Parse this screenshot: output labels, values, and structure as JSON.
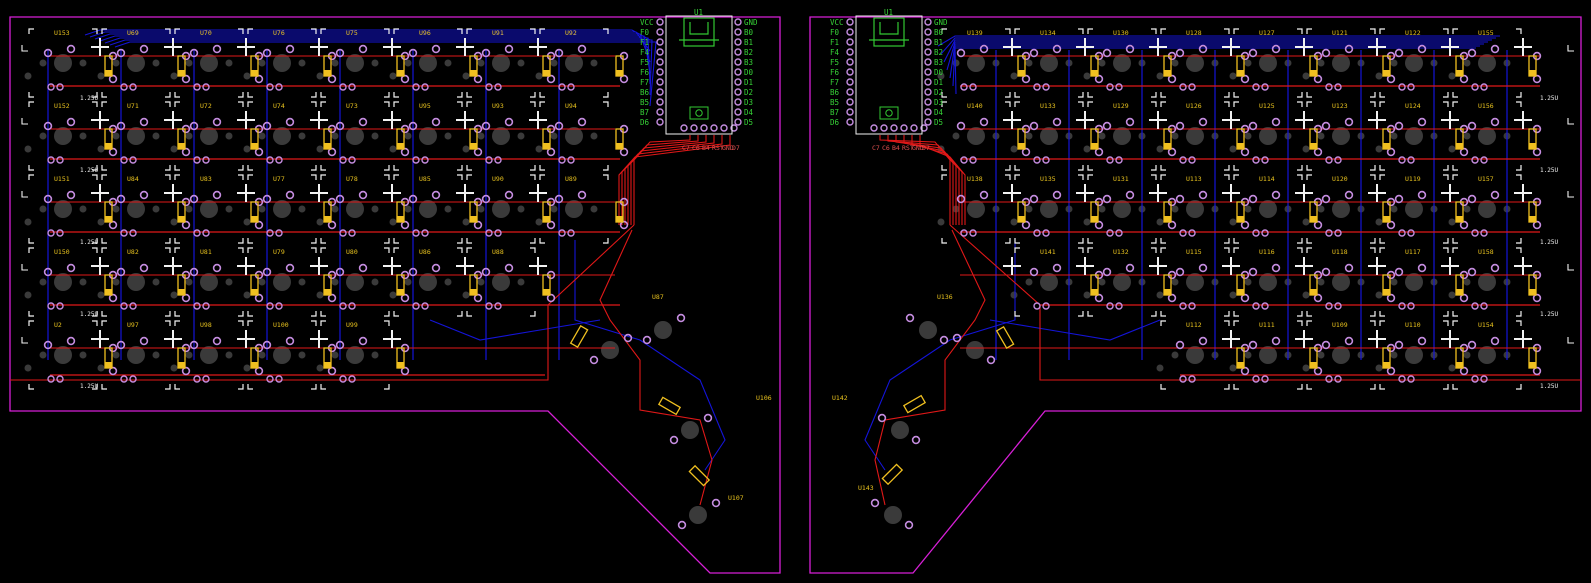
{
  "colors": {
    "background": "#000000",
    "outline": "#d61fd6",
    "top_trace": "#1414d8",
    "bottom_trace": "#e01818",
    "pad": "#c58de0",
    "diode": "#f0c020",
    "hole": "#3a3a3a",
    "silk": "#f2f2f2",
    "mcu": "#32c832"
  },
  "left_half": {
    "key_labels": [
      [
        "U153",
        "U69",
        "U70",
        "U76",
        "U75",
        "U96",
        "U91",
        "U92"
      ],
      [
        "U152",
        "U71",
        "U72",
        "U74",
        "U73",
        "U95",
        "U93",
        "U94"
      ],
      [
        "U151",
        "U84",
        "U83",
        "U77",
        "U78",
        "U85",
        "U90",
        "U89"
      ],
      [
        "U150",
        "U82",
        "U81",
        "U79",
        "U80",
        "U86",
        "U88",
        ""
      ],
      [
        "U2",
        "U97",
        "U98",
        "U100",
        "U99",
        "",
        "",
        ""
      ]
    ],
    "size_marks": [
      "1.25U",
      "1.25U",
      "1.25U",
      "1.25U",
      "1.25U"
    ],
    "thumb_labels": [
      "U87",
      "U106",
      "U107"
    ],
    "mcu": {
      "ref": "U1",
      "left_pins": [
        "VCC",
        "F0",
        "F1",
        "F4",
        "F5",
        "F6",
        "F7",
        "B6",
        "B5",
        "B7",
        "D6"
      ],
      "right_pins": [
        "GND",
        "B0",
        "B1",
        "B2",
        "B3",
        "D0",
        "D1",
        "D2",
        "D3",
        "D4",
        "D5"
      ],
      "bottom_pins": [
        "C7",
        "C6",
        "B4",
        "RST",
        "GND",
        "D7"
      ]
    }
  },
  "right_half": {
    "key_labels": [
      [
        "U139",
        "U134",
        "U130",
        "U128",
        "U127",
        "U121",
        "U122",
        "U155"
      ],
      [
        "U140",
        "U133",
        "U129",
        "U126",
        "U125",
        "U123",
        "U124",
        "U156"
      ],
      [
        "U138",
        "U135",
        "U131",
        "U113",
        "U114",
        "U120",
        "U119",
        "U157"
      ],
      [
        "U141",
        "U132",
        "U115",
        "U116",
        "U118",
        "U117",
        "U158",
        ""
      ],
      [
        "U112",
        "U111",
        "U109",
        "U110",
        "U154",
        "",
        "",
        ""
      ]
    ],
    "size_marks": [
      "1.25U",
      "1.25U",
      "1.25U",
      "1.25U",
      "1.25U"
    ],
    "thumb_labels": [
      "U136",
      "U142",
      "U143"
    ],
    "mcu": {
      "ref": "U1",
      "left_pins": [
        "VCC",
        "F0",
        "F1",
        "F4",
        "F5",
        "F6",
        "F7",
        "B6",
        "B5",
        "B7",
        "D6"
      ],
      "right_pins": [
        "GND",
        "B0",
        "B1",
        "B2",
        "B3",
        "D0",
        "D1",
        "D2",
        "D3",
        "D4",
        "D5"
      ],
      "bottom_pins": [
        "C7",
        "C6",
        "B4",
        "RST",
        "GND",
        "D7"
      ]
    }
  }
}
